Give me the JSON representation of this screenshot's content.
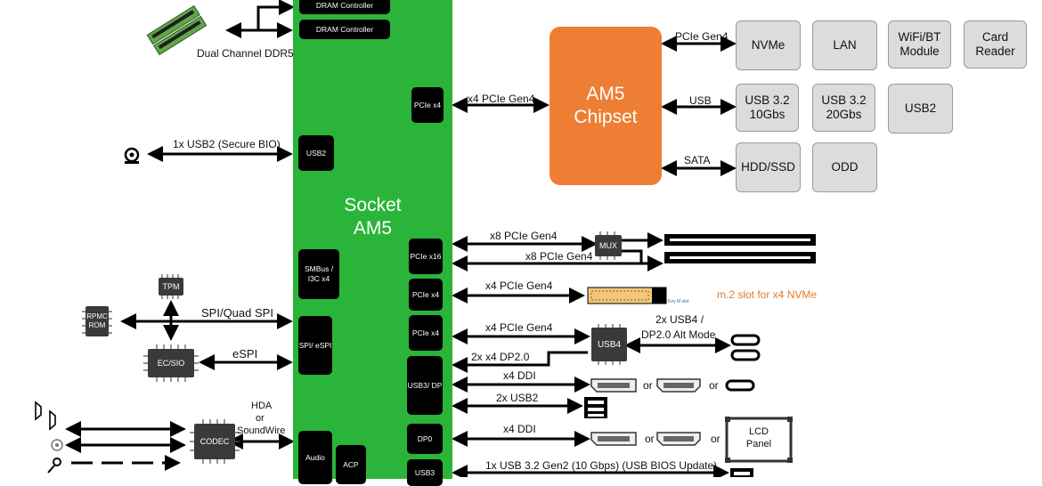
{
  "socket": {
    "title_line1": "Socket",
    "title_line2": "AM5"
  },
  "blocks": {
    "dram1": "DRAM Controller",
    "dram2": "DRAM Controller",
    "pcie_chipset": "PCIe x4",
    "usb2": "USB2",
    "smbus": "SMBus / I3C x4",
    "spi": "SPI/ eSPI",
    "audio": "Audio",
    "acp": "ACP",
    "pcie_x16": "PCIe x16",
    "pcie_m2": "PCIe x4",
    "pcie_usb4": "PCIe x4",
    "usb3dp": "USB3/ DP",
    "dp0": "DP0",
    "usb3": "USB3"
  },
  "labels": {
    "ddr": "Dual Channel DDR5",
    "secure_bio": "1x USB2 (Secure BIO)",
    "spi_quad": "SPI/Quad SPI",
    "espi": "eSPI",
    "hda": "HDA",
    "or_word": "or",
    "soundwire": "SoundWire",
    "x4_pcie_gen4_chipset": "x4 PCIe Gen4",
    "pcie_gen4_nvme": "PCIe Gen4",
    "usb_link": "USB",
    "sata_link": "SATA",
    "x8_pcie_1": "x8 PCIe Gen4",
    "x8_pcie_2": "x8 PCIe Gen4",
    "x4_pcie_m2": "x4 PCIe Gen4",
    "m2_slot": "m.2 slot for x4 NVMe",
    "m2_key": "Key M slot",
    "x4_pcie_usb4": "x4 PCIe Gen4",
    "usb4_out_line1": "2x USB4 /",
    "usb4_out_line2": "DP2.0 Alt Mode",
    "dp20": "2x x4 DP2.0",
    "x4_ddi_1": "x4 DDI",
    "usb2x": "2x USB2",
    "x4_ddi_2": "x4 DDI",
    "usb32": "1x USB 3.2 Gen2 (10 Gbps) (USB BIOS Update)",
    "or1": "or",
    "or2": "or",
    "or3": "or",
    "or4": "or"
  },
  "chipset": {
    "line1": "AM5",
    "line2": "Chipset"
  },
  "peripherals": {
    "nvme": "NVMe",
    "lan": "LAN",
    "wifi": "WiFi/BT Module",
    "card": "Card Reader",
    "usb32_10": "USB 3.2 10Gbs",
    "usb32_20": "USB 3.2 20Gbs",
    "usb2": "USB2",
    "hdd": "HDD/SSD",
    "odd": "ODD"
  },
  "chips": {
    "tpm": "TPM",
    "rpmc": "RPMC ROM",
    "ec": "EC/SIO",
    "codec": "CODEC",
    "mux": "MUX",
    "usb4": "USB4"
  },
  "lcd": {
    "line1": "LCD",
    "line2": "Panel"
  }
}
